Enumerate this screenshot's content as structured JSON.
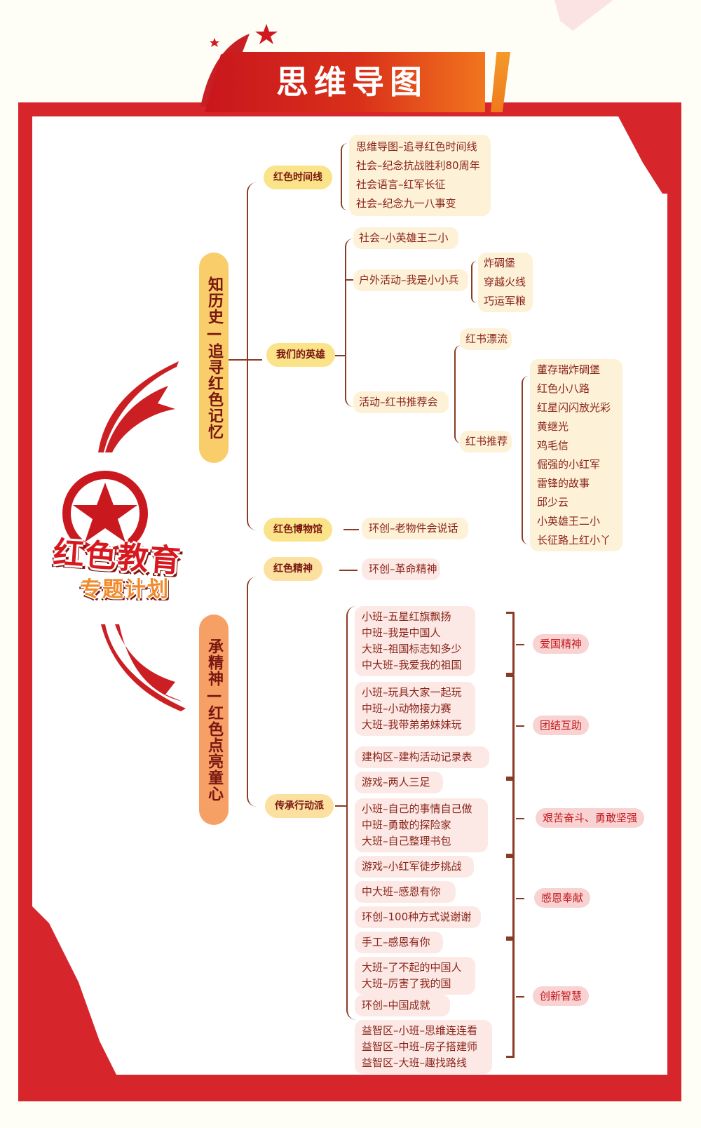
{
  "header": {
    "title": "思维导图"
  },
  "emblem": {
    "line1": "红色教育",
    "line2": "专题计划",
    "icon": "red-star-icon"
  },
  "colors": {
    "frame_red": "#d7262b",
    "banner_start": "#c9161d",
    "banner_end": "#f2751e",
    "text_dark": "#8a2318",
    "line": "#8b3a23",
    "root1": "#f9cd6a",
    "root2": "#f7a066",
    "tag_bg": "#f9d2d2"
  },
  "branches": [
    {
      "title": "知历史—追寻红色记忆",
      "categories": [
        {
          "label": "红色时间线",
          "items": [
            "思维导图–追寻红色时间线",
            "社会–纪念抗战胜利80周年",
            "社会语言–红军长征",
            "社会–纪念九一八事变"
          ]
        },
        {
          "label": "我们的英雄",
          "children": [
            {
              "label": "社会–小英雄王二小"
            },
            {
              "label": "户外活动–我是小小兵",
              "items": [
                "炸碉堡",
                "穿越火线",
                "巧运军粮"
              ]
            },
            {
              "label": "活动–红书推荐会",
              "children": [
                {
                  "label": "红书漂流"
                },
                {
                  "label": "红书推荐",
                  "items": [
                    "董存瑞炸碉堡",
                    "红色小八路",
                    "红星闪闪放光彩",
                    "黄继光",
                    "鸡毛信",
                    "倔强的小红军",
                    "雷锋的故事",
                    "邱少云",
                    "小英雄王二小",
                    "长征路上红小丫"
                  ]
                }
              ]
            }
          ]
        },
        {
          "label": "红色博物馆",
          "items": [
            "环创–老物件会说话"
          ]
        }
      ]
    },
    {
      "title": "承精神—红色点亮童心",
      "categories": [
        {
          "label": "红色精神",
          "items": [
            "环创–革命精神"
          ]
        },
        {
          "label": "传承行动派",
          "groups": [
            {
              "items": [
                "小班–五星红旗飘扬",
                "中班–我是中国人",
                "大班–祖国标志知多少",
                "中大班–我爱我的祖国"
              ]
            },
            {
              "items": [
                "小班–玩具大家一起玩",
                "中班–小动物接力赛",
                "大班–我带弟弟妹妹玩"
              ]
            },
            {
              "items": [
                "建构区–建构活动记录表"
              ]
            },
            {
              "items": [
                "游戏–两人三足"
              ]
            },
            {
              "items": [
                "小班–自己的事情自己做",
                "中班–勇敢的探险家",
                "大班–自己整理书包"
              ]
            },
            {
              "items": [
                "游戏–小红军徒步挑战"
              ]
            },
            {
              "items": [
                "中大班–感恩有你"
              ]
            },
            {
              "items": [
                "环创–100种方式说谢谢"
              ]
            },
            {
              "items": [
                "手工–感恩有你"
              ]
            },
            {
              "items": [
                "大班–了不起的中国人",
                "大班–厉害了我的国"
              ]
            },
            {
              "items": [
                "环创–中国成就"
              ]
            },
            {
              "items": [
                "益智区–小班–思维连连看",
                "益智区–中班–房子搭建师",
                "益智区–大班–趣找路线"
              ]
            }
          ],
          "themes": [
            "爱国精神",
            "团结互助",
            "艰苦奋斗、勇敢坚强",
            "感恩奉献",
            "创新智慧"
          ]
        }
      ]
    }
  ]
}
